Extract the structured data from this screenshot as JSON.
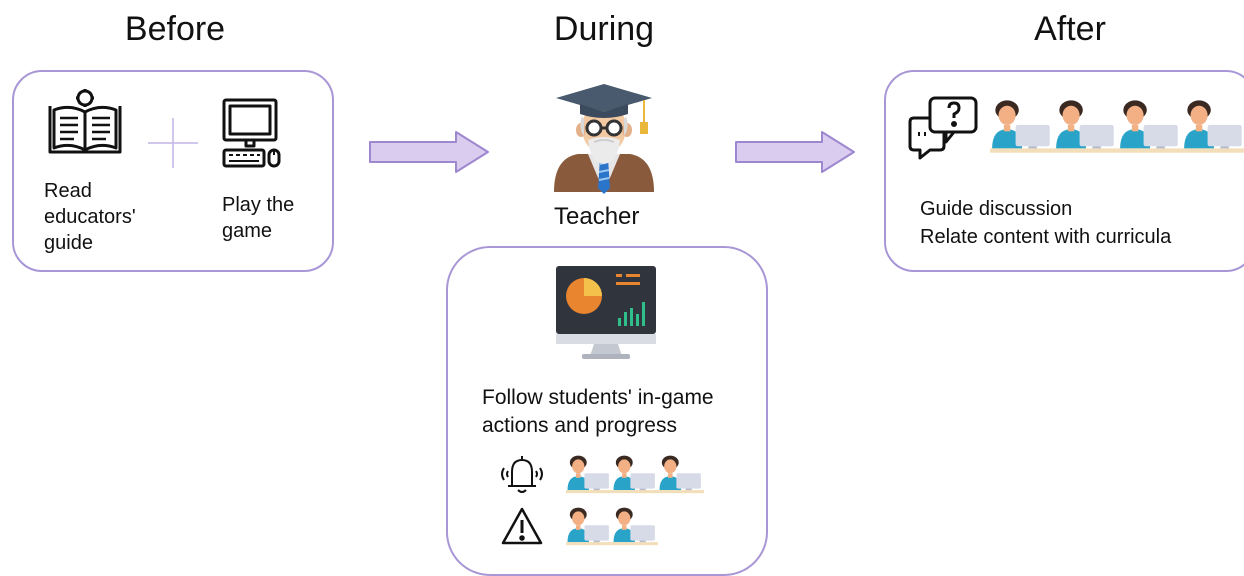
{
  "phases": {
    "before": {
      "title": "Before",
      "read_label": "Read\neducators'\nguide",
      "play_label": "Play the\ngame"
    },
    "during": {
      "title": "During",
      "teacher_label": "Teacher",
      "follow_label": "Follow students' in-game\nactions and progress"
    },
    "after": {
      "title": "After",
      "actions": [
        "Guide discussion",
        "Relate content with curricula"
      ]
    }
  },
  "colors": {
    "panel_border": "#a896d6",
    "arrow_fill": "#d9ccef",
    "arrow_stroke": "#9d87cf"
  }
}
